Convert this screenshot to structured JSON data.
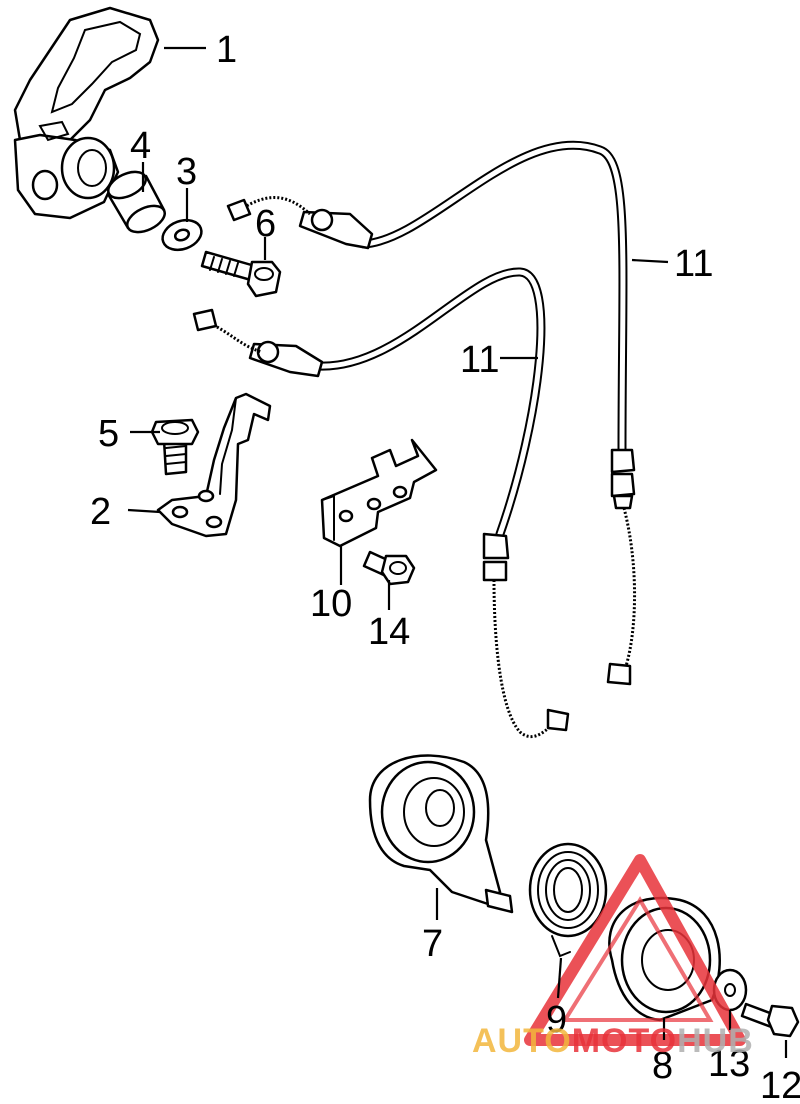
{
  "diagram": {
    "callouts": {
      "c1": "1",
      "c2": "2",
      "c3": "3",
      "c4": "4",
      "c5": "5",
      "c6": "6",
      "c7": "7",
      "c8": "8",
      "c9": "9",
      "c10": "10",
      "c11a": "11",
      "c11b": "11",
      "c12": "12",
      "c13": "13",
      "c14": "14"
    }
  },
  "watermark": {
    "auto": "AUTO",
    "moto": "MOTO",
    "hub": "HUB",
    "colors": {
      "auto": "#f3b73d",
      "moto": "#e8323a",
      "hub": "#b0b0b0",
      "triangle": "#e8323a"
    }
  }
}
